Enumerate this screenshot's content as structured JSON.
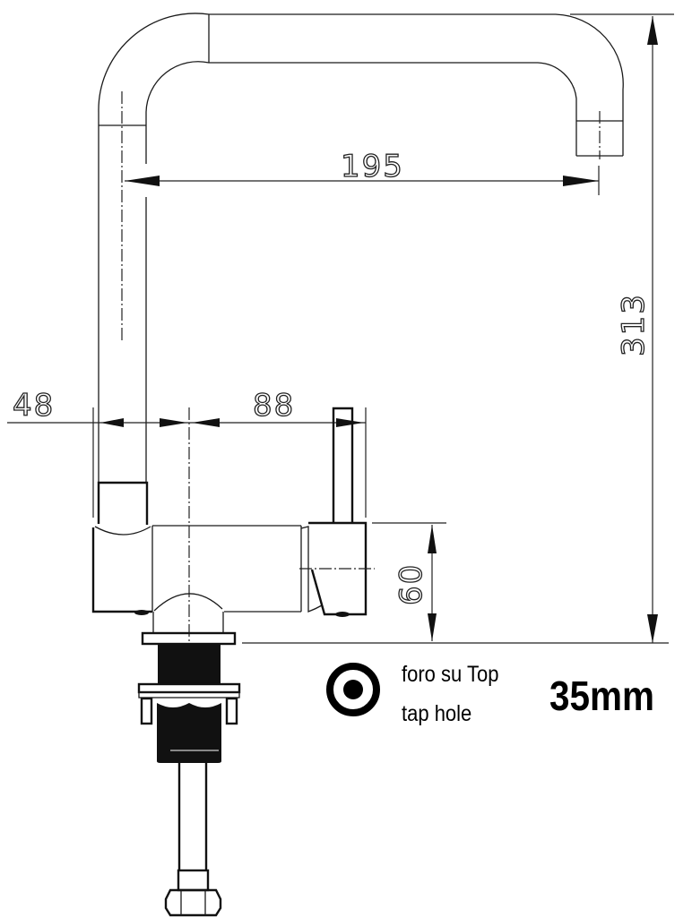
{
  "drawing": {
    "subject": "kitchen tap side elevation",
    "line_color": "#1a1a1a",
    "background": "#ffffff"
  },
  "dimensions": {
    "spout_reach": "195",
    "total_height": "313",
    "base_offset": "48",
    "lever_offset": "88",
    "body_height": "60"
  },
  "tap_hole": {
    "icon": "target-circle-icon",
    "label_it": "foro su Top",
    "label_en": "tap hole",
    "size": "35mm"
  }
}
